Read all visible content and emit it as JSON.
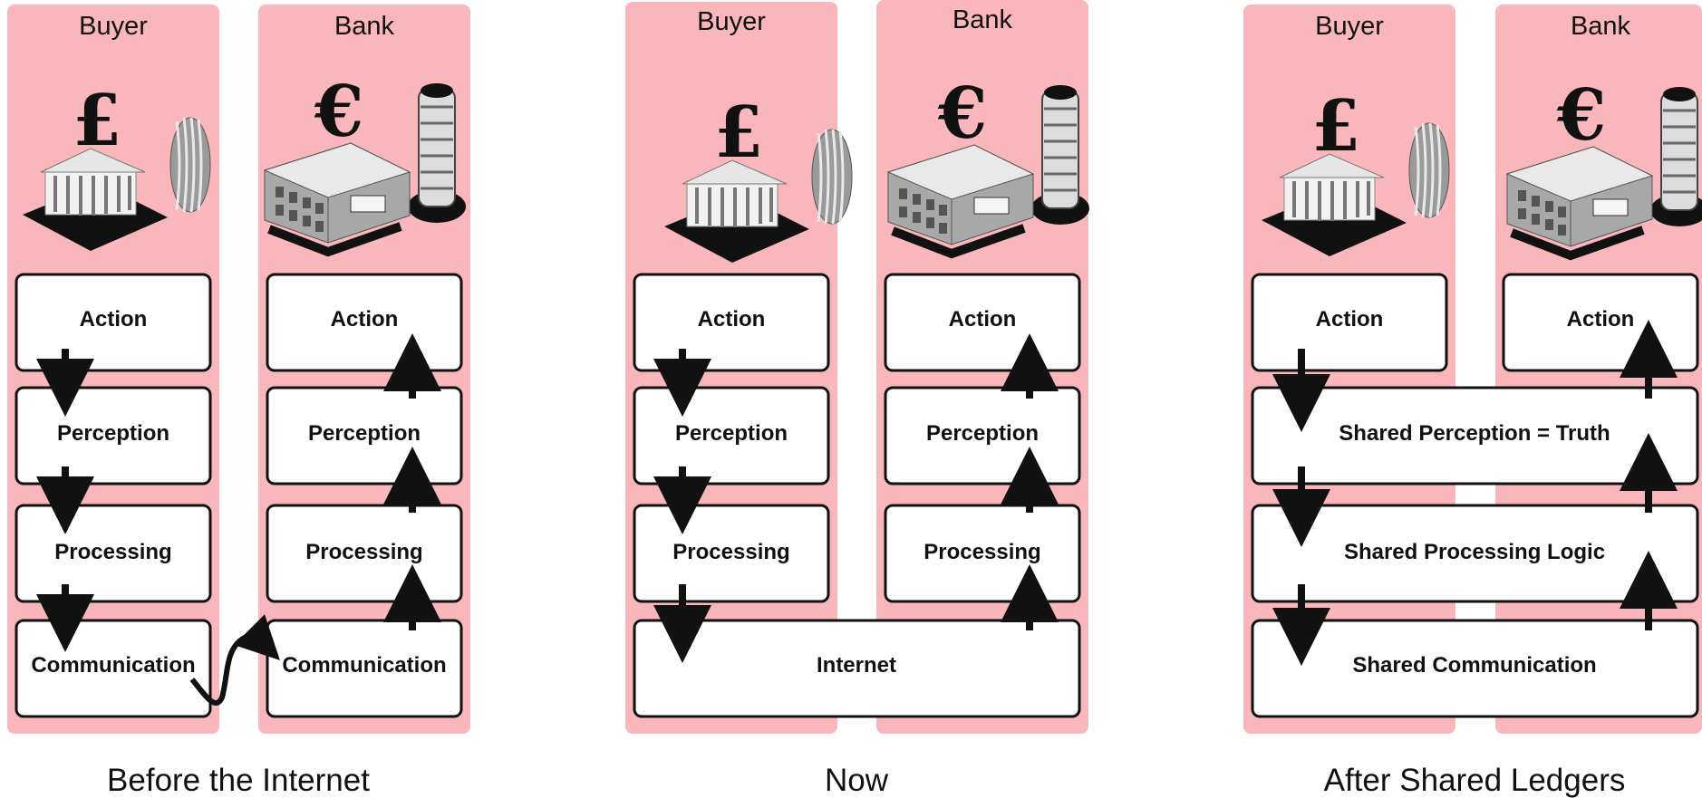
{
  "panels": [
    {
      "caption": "Before the Internet",
      "lanes": [
        {
          "title": "Buyer",
          "icon": "pound-bank-building-icon",
          "landmark": "gherkin-tower-icon"
        },
        {
          "title": "Bank",
          "icon": "euro-bank-building-icon",
          "landmark": "leaning-tower-icon"
        }
      ],
      "boxes": [
        "Action",
        "Perception",
        "Processing",
        "Communication",
        "Action",
        "Perception",
        "Processing",
        "Communication"
      ]
    },
    {
      "caption": "Now",
      "lanes": [
        {
          "title": "Buyer",
          "icon": "pound-bank-building-icon",
          "landmark": "gherkin-tower-icon"
        },
        {
          "title": "Bank",
          "icon": "euro-bank-building-icon",
          "landmark": "leaning-tower-icon"
        }
      ],
      "boxes": [
        "Action",
        "Perception",
        "Processing",
        "Action",
        "Perception",
        "Processing",
        "Internet"
      ]
    },
    {
      "caption": "After Shared Ledgers",
      "lanes": [
        {
          "title": "Buyer",
          "icon": "pound-bank-building-icon",
          "landmark": "gherkin-tower-icon"
        },
        {
          "title": "Bank",
          "icon": "euro-bank-building-icon",
          "landmark": "leaning-tower-icon"
        }
      ],
      "boxes": [
        "Action",
        "Action",
        "Shared Perception = Truth",
        "Shared Processing Logic",
        "Shared Communication"
      ]
    }
  ],
  "colors": {
    "lane": "#f9b7bb",
    "box_fill": "#ffffff",
    "stroke": "#111111"
  }
}
